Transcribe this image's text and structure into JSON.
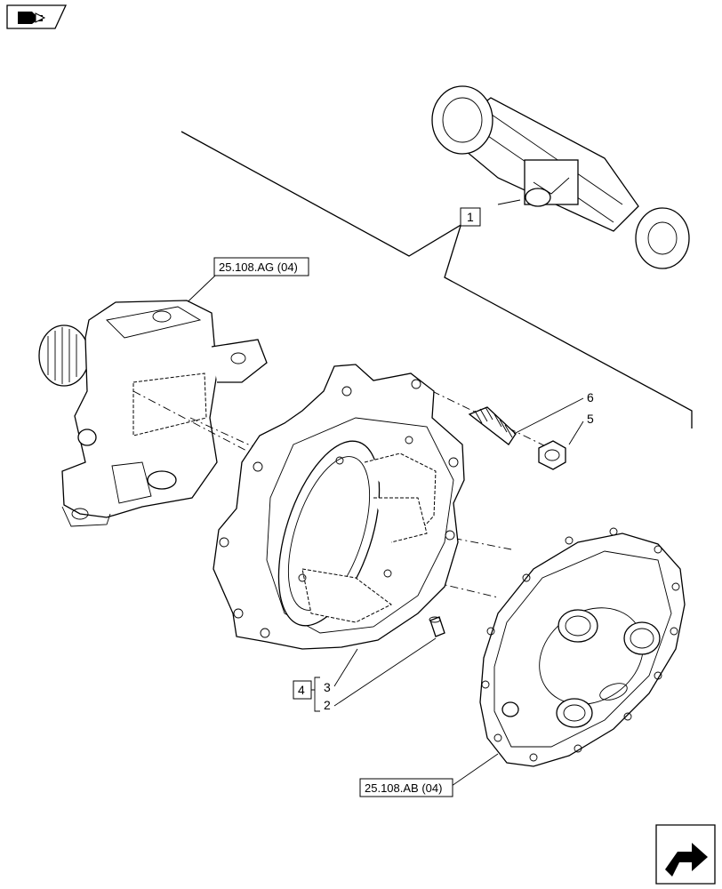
{
  "references": {
    "ref_ag": "25.108.AG (04)",
    "ref_ab": "25.108.AB (04)"
  },
  "callouts": {
    "item_1": "1",
    "item_2": "2",
    "item_3": "3",
    "item_4": "4",
    "item_5": "5",
    "item_6": "6"
  },
  "icons": {
    "top_left": "book-arrow-icon",
    "bottom_right": "next-page-arrow-icon"
  },
  "colors": {
    "line": "#000000",
    "background": "#ffffff"
  }
}
